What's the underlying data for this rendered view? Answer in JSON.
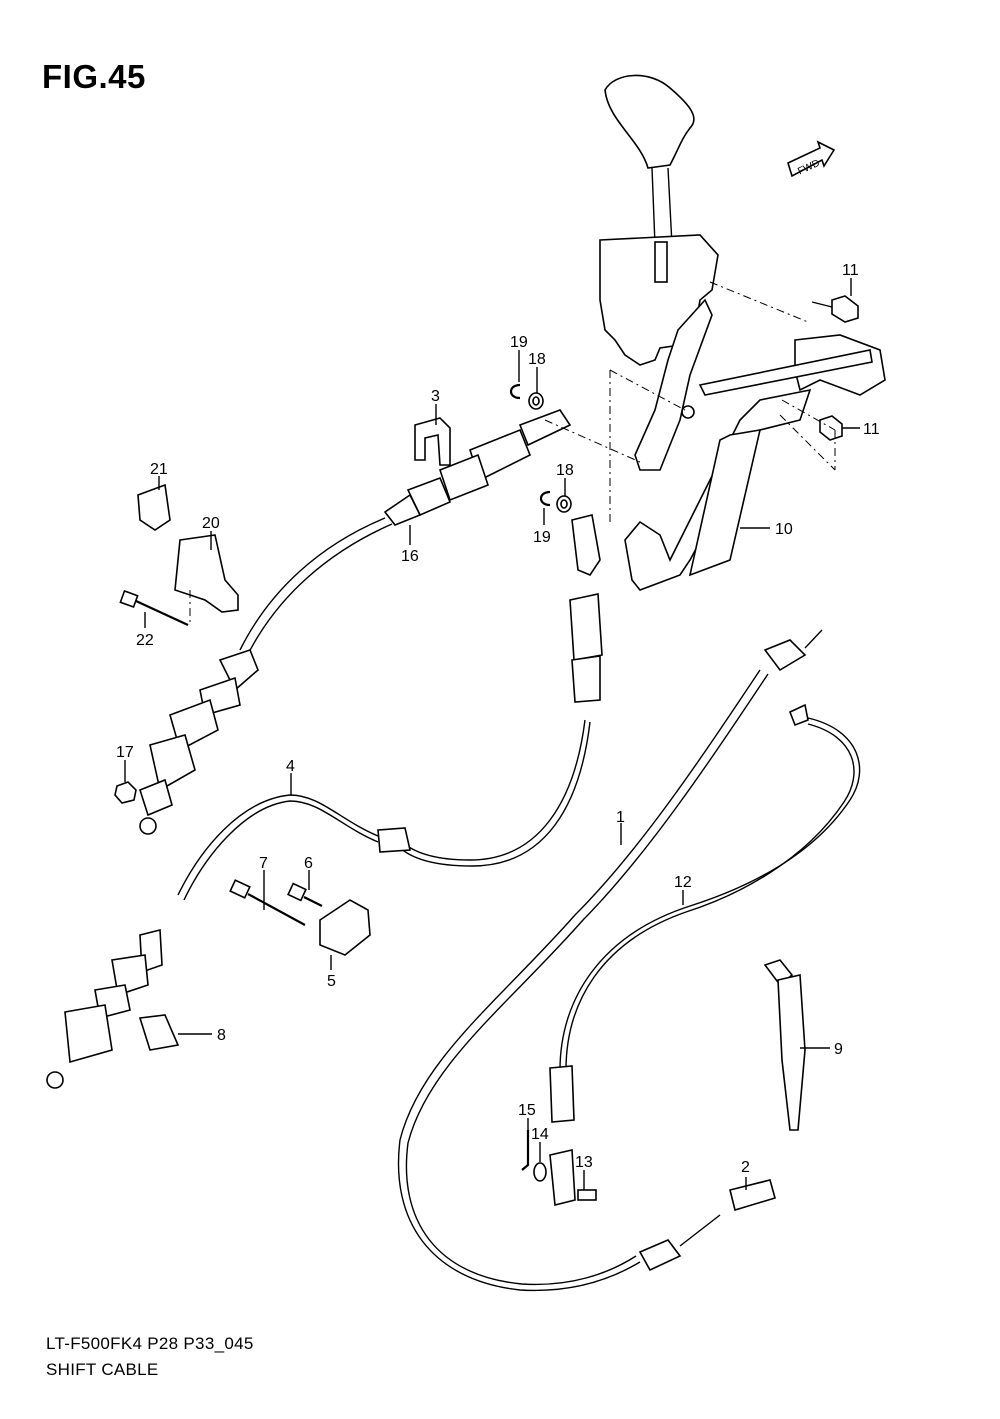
{
  "figure": {
    "title": "FIG.45",
    "model_code": "LT-F500FK4 P28 P33_045",
    "section_name": "SHIFT CABLE"
  },
  "fwd_label": "FWD",
  "callouts": [
    "1",
    "2",
    "3",
    "4",
    "5",
    "6",
    "7",
    "8",
    "9",
    "10",
    "11",
    "11",
    "12",
    "13",
    "14",
    "15",
    "16",
    "17",
    "18",
    "18",
    "19",
    "19",
    "20",
    "21",
    "22"
  ]
}
